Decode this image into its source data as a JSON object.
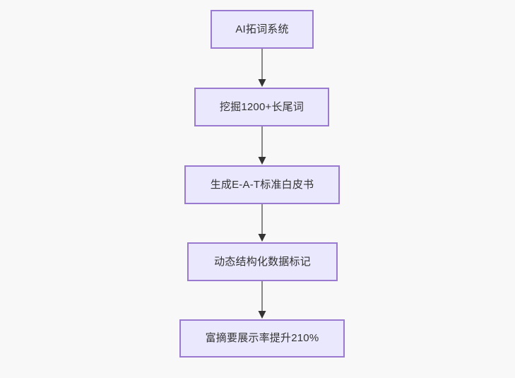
{
  "diagram": {
    "type": "flowchart",
    "direction": "top-to-bottom",
    "background_color": "#f8f8f8",
    "node_fill_color": "#eae8fd",
    "node_border_color": "#9a79d1",
    "node_text_color": "#333333",
    "edge_line_color": "#888888",
    "edge_arrow_color": "#333333",
    "nodes": [
      {
        "id": "n0",
        "label": "AI拓词系统"
      },
      {
        "id": "n1",
        "label": "挖掘1200+长尾词"
      },
      {
        "id": "n2",
        "label": "生成E-A-T标准白皮书"
      },
      {
        "id": "n3",
        "label": "动态结构化数据标记"
      },
      {
        "id": "n4",
        "label": "富摘要展示率提升210%"
      }
    ],
    "edges": [
      {
        "from": "n0",
        "to": "n1",
        "label": ""
      },
      {
        "from": "n1",
        "to": "n2",
        "label": ""
      },
      {
        "from": "n2",
        "to": "n3",
        "label": ""
      },
      {
        "from": "n3",
        "to": "n4",
        "label": ""
      }
    ]
  }
}
